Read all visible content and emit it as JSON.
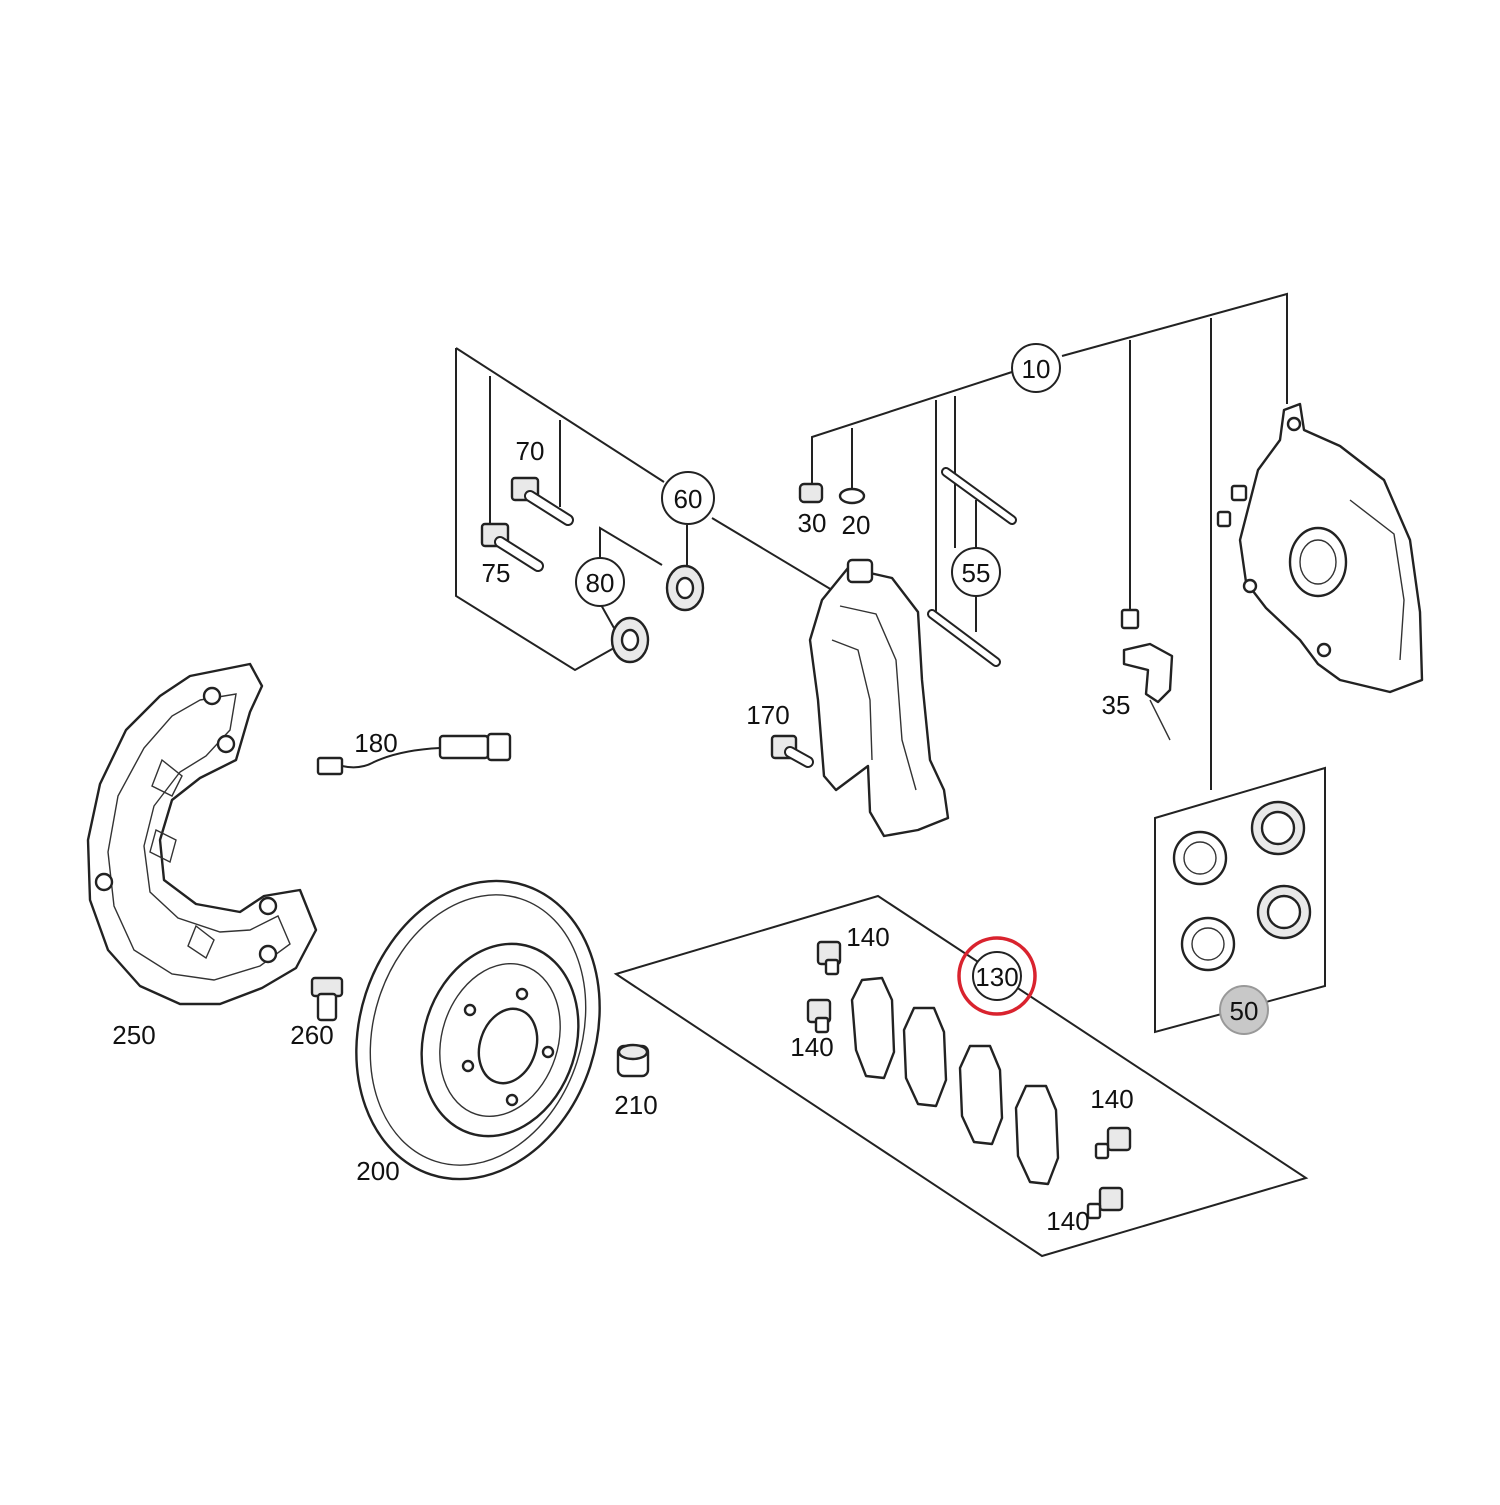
{
  "callouts": {
    "c10": "10",
    "c60": "60",
    "c55": "55",
    "c80": "80",
    "c130": "130",
    "c50": "50"
  },
  "labels": {
    "l70": "70",
    "l75": "75",
    "l30": "30",
    "l20": "20",
    "l35": "35",
    "l170": "170",
    "l180": "180",
    "l250": "250",
    "l260": "260",
    "l200": "200",
    "l210": "210",
    "l140a": "140",
    "l140b": "140",
    "l140c": "140",
    "l140d": "140"
  },
  "colors": {
    "highlight": "#d9232e",
    "callout_gray": "#c8c8c8",
    "line": "#222222"
  }
}
